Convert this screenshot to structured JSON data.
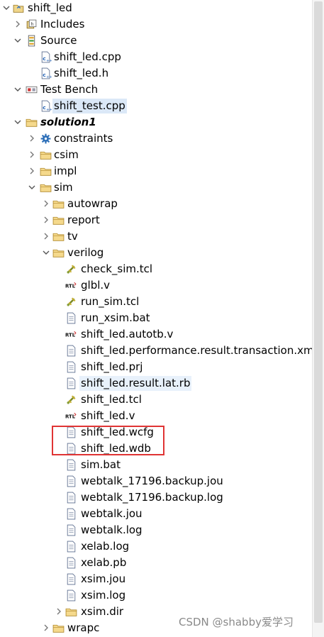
{
  "tree": [
    {
      "label": "shift_led",
      "depth": 0,
      "arrow": "down",
      "icon": "project"
    },
    {
      "label": "Includes",
      "depth": 1,
      "arrow": "right",
      "icon": "includes"
    },
    {
      "label": "Source",
      "depth": 1,
      "arrow": "down",
      "icon": "source"
    },
    {
      "label": "shift_led.cpp",
      "depth": 2,
      "arrow": "",
      "icon": "cfile"
    },
    {
      "label": "shift_led.h",
      "depth": 2,
      "arrow": "",
      "icon": "cfile"
    },
    {
      "label": "Test Bench",
      "depth": 1,
      "arrow": "down",
      "icon": "testbench"
    },
    {
      "label": "shift_test.cpp",
      "depth": 2,
      "arrow": "",
      "icon": "cfile",
      "state": "selected"
    },
    {
      "label": "solution1",
      "depth": 1,
      "arrow": "down",
      "icon": "folder",
      "bold": true
    },
    {
      "label": "constraints",
      "depth": 2,
      "arrow": "right",
      "icon": "gear"
    },
    {
      "label": "csim",
      "depth": 2,
      "arrow": "right",
      "icon": "folder"
    },
    {
      "label": "impl",
      "depth": 2,
      "arrow": "right",
      "icon": "folder"
    },
    {
      "label": "sim",
      "depth": 2,
      "arrow": "down",
      "icon": "folder"
    },
    {
      "label": "autowrap",
      "depth": 3,
      "arrow": "right",
      "icon": "folder"
    },
    {
      "label": "report",
      "depth": 3,
      "arrow": "right",
      "icon": "folder"
    },
    {
      "label": "tv",
      "depth": 3,
      "arrow": "right",
      "icon": "folder"
    },
    {
      "label": "verilog",
      "depth": 3,
      "arrow": "down",
      "icon": "folder"
    },
    {
      "label": "check_sim.tcl",
      "depth": 4,
      "arrow": "",
      "icon": "tcl"
    },
    {
      "label": "glbl.v",
      "depth": 4,
      "arrow": "",
      "icon": "rtl"
    },
    {
      "label": "run_sim.tcl",
      "depth": 4,
      "arrow": "",
      "icon": "tcl"
    },
    {
      "label": "run_xsim.bat",
      "depth": 4,
      "arrow": "",
      "icon": "file"
    },
    {
      "label": "shift_led.autotb.v",
      "depth": 4,
      "arrow": "",
      "icon": "rtl"
    },
    {
      "label": "shift_led.performance.result.transaction.xml",
      "depth": 4,
      "arrow": "",
      "icon": "file"
    },
    {
      "label": "shift_led.prj",
      "depth": 4,
      "arrow": "",
      "icon": "file"
    },
    {
      "label": "shift_led.result.lat.rb",
      "depth": 4,
      "arrow": "",
      "icon": "file",
      "state": "hover"
    },
    {
      "label": "shift_led.tcl",
      "depth": 4,
      "arrow": "",
      "icon": "tcl"
    },
    {
      "label": "shift_led.v",
      "depth": 4,
      "arrow": "",
      "icon": "rtl"
    },
    {
      "label": "shift_led.wcfg",
      "depth": 4,
      "arrow": "",
      "icon": "file"
    },
    {
      "label": "shift_led.wdb",
      "depth": 4,
      "arrow": "",
      "icon": "file"
    },
    {
      "label": "sim.bat",
      "depth": 4,
      "arrow": "",
      "icon": "file"
    },
    {
      "label": "webtalk_17196.backup.jou",
      "depth": 4,
      "arrow": "",
      "icon": "file"
    },
    {
      "label": "webtalk_17196.backup.log",
      "depth": 4,
      "arrow": "",
      "icon": "file"
    },
    {
      "label": "webtalk.jou",
      "depth": 4,
      "arrow": "",
      "icon": "file"
    },
    {
      "label": "webtalk.log",
      "depth": 4,
      "arrow": "",
      "icon": "file"
    },
    {
      "label": "xelab.log",
      "depth": 4,
      "arrow": "",
      "icon": "file"
    },
    {
      "label": "xelab.pb",
      "depth": 4,
      "arrow": "",
      "icon": "file"
    },
    {
      "label": "xsim.jou",
      "depth": 4,
      "arrow": "",
      "icon": "file"
    },
    {
      "label": "xsim.log",
      "depth": 4,
      "arrow": "",
      "icon": "file"
    },
    {
      "label": "xsim.dir",
      "depth": 4,
      "arrow": "right",
      "icon": "folder"
    },
    {
      "label": "wrapc",
      "depth": 3,
      "arrow": "right",
      "icon": "folder"
    }
  ],
  "watermark": "CSDN @shabby爱学习",
  "colors": {
    "highlight_box": "#e03434",
    "selected": "#dbe8f7",
    "folder": "#e8c36a"
  }
}
